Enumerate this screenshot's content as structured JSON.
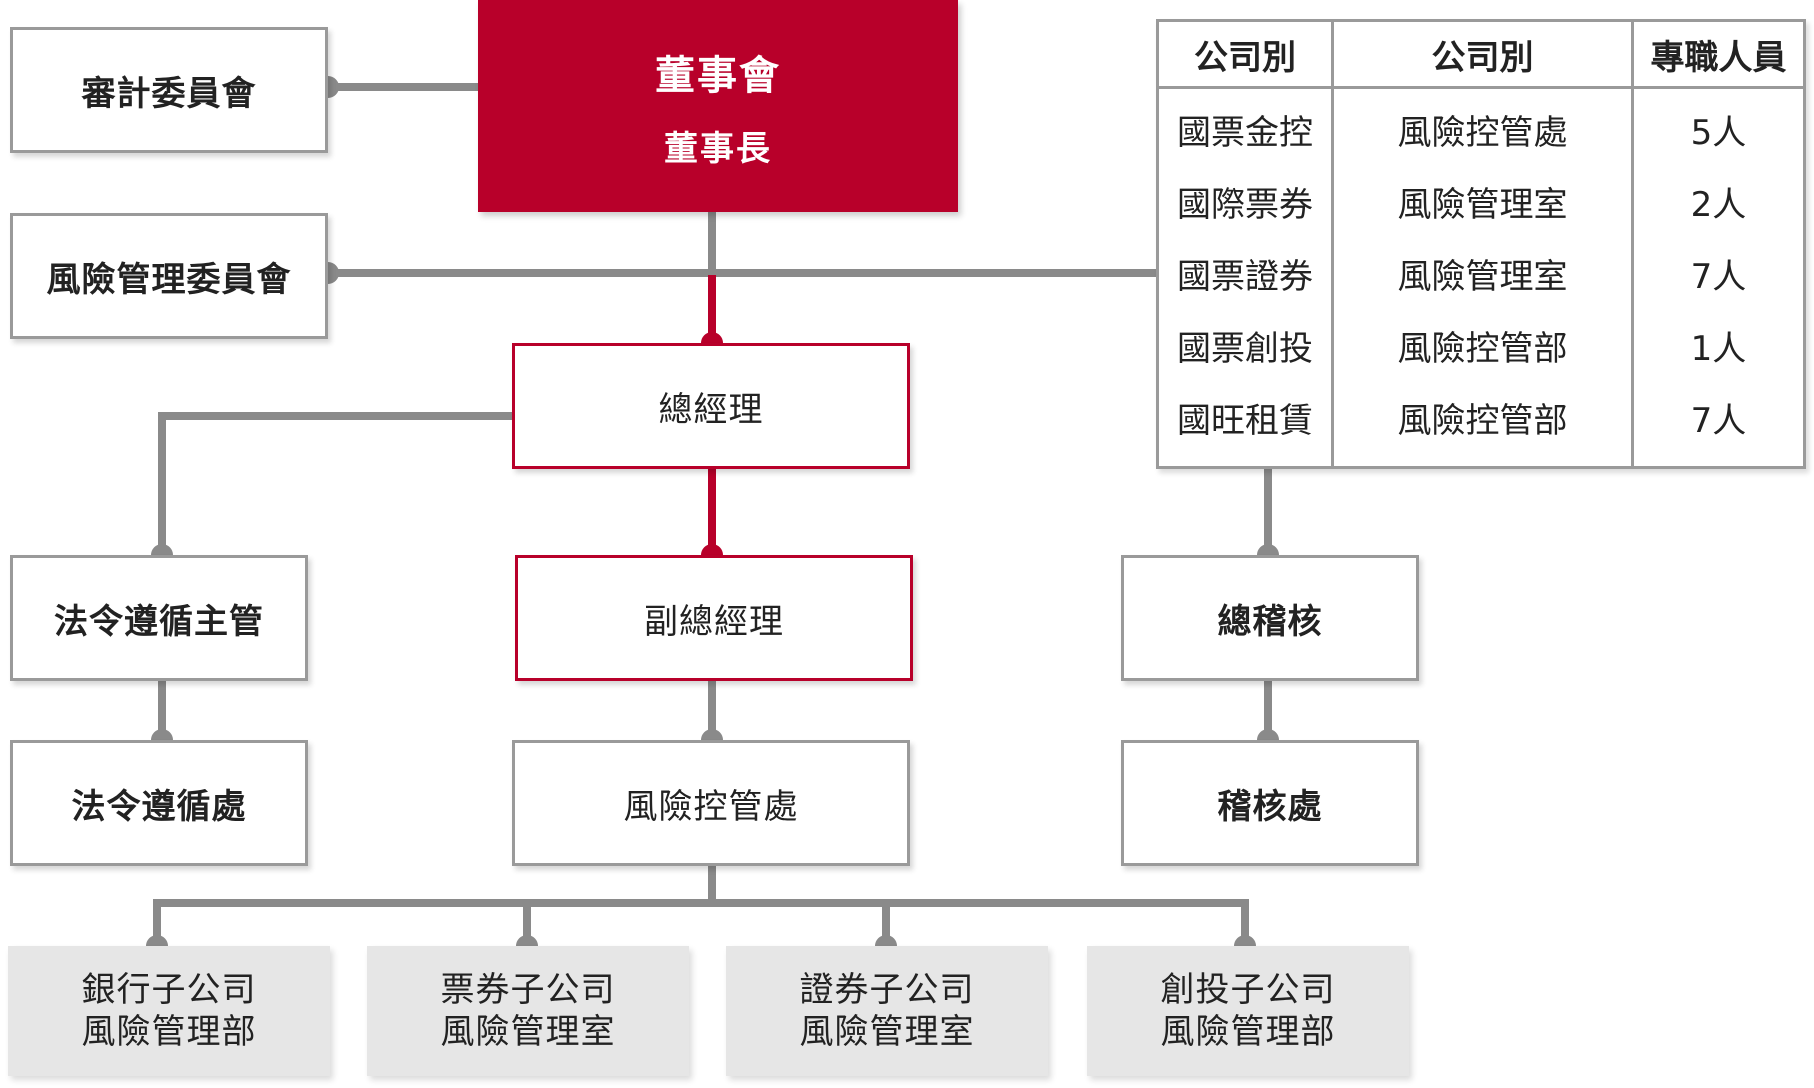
{
  "board": {
    "title": "董事會",
    "subtitle": "董事長"
  },
  "committees": {
    "audit": "審計委員會",
    "risk": "風險管理委員會"
  },
  "management": {
    "president": "總經理",
    "vice_president": "副總經理",
    "risk_control": "風險控管處"
  },
  "compliance": {
    "officer": "法令遵循主管",
    "office": "法令遵循處"
  },
  "audit": {
    "chief": "總稽核",
    "office": "稽核處"
  },
  "subsidiaries": [
    {
      "line1": "銀行子公司",
      "line2": "風險管理部"
    },
    {
      "line1": "票券子公司",
      "line2": "風險管理室"
    },
    {
      "line1": "證券子公司",
      "line2": "風險管理室"
    },
    {
      "line1": "創投子公司",
      "line2": "風險管理部"
    }
  ],
  "staff_table": {
    "headers": [
      "公司別",
      "公司別",
      "專職人員"
    ],
    "rows": [
      [
        "國票金控",
        "風險控管處",
        "5人"
      ],
      [
        "國際票券",
        "風險管理室",
        "2人"
      ],
      [
        "國票證券",
        "風險管理室",
        "7人"
      ],
      [
        "國票創投",
        "風險控管部",
        "1人"
      ],
      [
        "國旺租賃",
        "風險控管部",
        "7人"
      ]
    ]
  },
  "colors": {
    "accent": "#b8002a",
    "line": "#8a8a8a",
    "box_border": "#9a9a9a",
    "sub_fill": "#e6e6e6"
  }
}
